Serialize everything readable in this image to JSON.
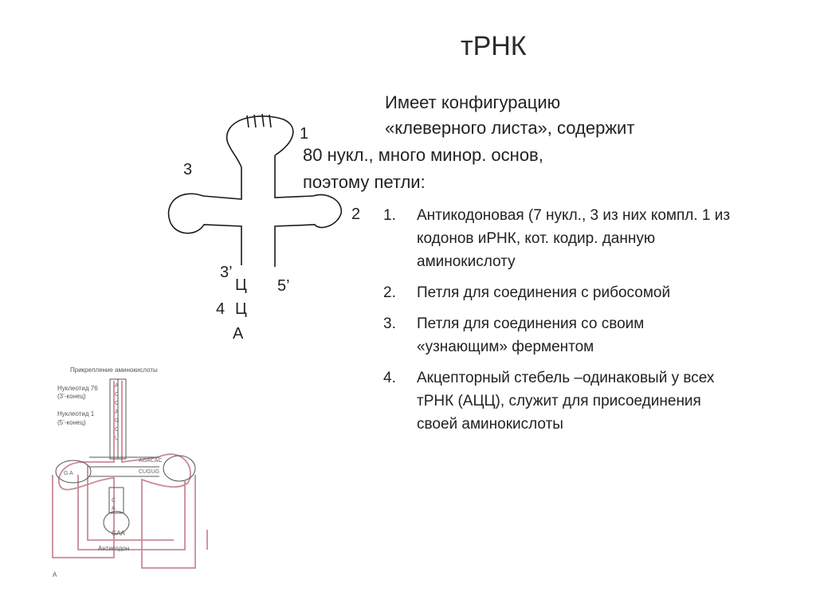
{
  "title": "тРНК",
  "intro": {
    "line1": "Имеет конфигурацию",
    "line2": "«клеверного листа», содержит",
    "line3": "80 нукл., много минор. основ,",
    "line4": "поэтому петли:"
  },
  "points": [
    {
      "num": "1.",
      "lines": [
        "Антикодоновая (7 нукл., 3 из них компл. 1 из",
        "кодонов иРНК, кот. кодир. данную",
        "аминокислоту"
      ]
    },
    {
      "num": "2.",
      "lines": [
        "Петля для соединения с рибосомой"
      ]
    },
    {
      "num": "3.",
      "lines": [
        "Петля для соединения со своим",
        "«узнающим» ферментом"
      ]
    },
    {
      "num": "4.",
      "lines": [
        "Акцепторный стебель –одинаковый у всех",
        "тРНК (АЦЦ), служит для присоединения",
        "своей аминокислоты"
      ]
    }
  ],
  "schematic": {
    "loop_labels": [
      "1",
      "2",
      "3"
    ],
    "end_3": "3’",
    "end_5": "5’",
    "stem_label": "4",
    "acceptor_bases": [
      "Ц",
      "Ц",
      "А"
    ]
  },
  "detailed_diagram": {
    "header": "Прикрепление аминокислоты",
    "nucleotide_76": "Нуклеотид 76",
    "end_3_label": "(3’-конец)",
    "nucleotide_1": "Нуклеотид 1",
    "end_5_label": "(5’-конец)",
    "anticodon": "Антикодон",
    "anticodon_bases": "GAA",
    "corner_mark": "A"
  },
  "colors": {
    "text": "#222222",
    "line": "#1a1a1a",
    "pink": "#c98b95"
  }
}
